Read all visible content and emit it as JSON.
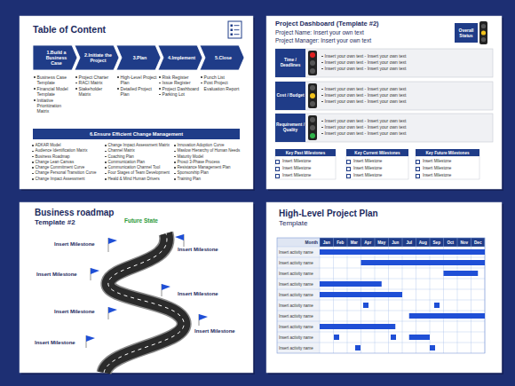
{
  "diagram": {
    "nodes": [
      {
        "text": [
          "Table of Content"
        ]
      },
      {
        "text": [
          "1.Build a Business Case"
        ],
        "in": 0
      },
      {
        "text": [
          "2.Initiate the Project"
        ],
        "in": 0
      },
      {
        "text": [
          "3.Plan"
        ],
        "in": 0
      },
      {
        "text": [
          "4.Implement"
        ],
        "in": 0
      },
      {
        "text": [
          "5.Close"
        ],
        "in": 0
      },
      {
        "text": [
          "6.Ensure Efficient Change Management"
        ],
        "in": 0
      },
      {
        "text": [
          "Project Dashboard (Template #2)",
          "Project Name: Insert your own text",
          "Project Manager: Insert your own text"
        ]
      },
      {
        "text": [
          "Overall Status"
        ],
        "in": 7
      },
      {
        "text": [
          "Time / Deadlines"
        ],
        "in": 7
      },
      {
        "text": [
          "Cost / Budget"
        ],
        "in": 7
      },
      {
        "text": [
          "Requirement / Quality"
        ],
        "in": 7
      },
      {
        "text": [
          "Key Past Milestones"
        ],
        "in": 7
      },
      {
        "text": [
          "Key Current Milestones"
        ],
        "in": 7
      },
      {
        "text": [
          "Key Future Milestones"
        ],
        "in": 7
      },
      {
        "text": [
          "Business roadmap",
          "Template #2"
        ]
      },
      {
        "text": [
          "High-Level Project Plan",
          "Template"
        ]
      }
    ],
    "labels": [
      "Business Case Template",
      "Financial Model Template",
      "Initiative Prioritization Matrix",
      "Project Charter",
      "RACI Matrix",
      "Stakeholder Matrix",
      "High-Level Project Plan",
      "Detailed Project Plan",
      "Risk Register",
      "Issue Register",
      "Project Dashboard",
      "Parking Lot",
      "Punch List",
      "Post Project Evaluation Report",
      "ADKAR Model",
      "Audience Identification Matrix",
      "Business Roadmap",
      "Change Lean Canvas",
      "Change Commitment Curve",
      "Change Personal Transition Curve",
      "Change Impact Assessment",
      "Change Impact Assessment Matrix",
      "Channel Matrix",
      "Coaching Plan",
      "Communication Plan",
      "Communication Channel Tool",
      "Four Stages of Team Development",
      "Heald & Mind Human Drivers",
      "Innovation Adoption Curve",
      "Maslow Hierarchy of Human Needs",
      "Maturity Model",
      "Prosci 3-Phase Process",
      "Resistance Management Plan",
      "Sponsorship Plan",
      "Training Plan",
      "Insert your own text - Insert your own text",
      "Insert your own text - Insert your own text",
      "Insert your own text - Insert your own text",
      "Insert your own text - Insert your own text",
      "Insert your own text - Insert your own text",
      "Insert your own text - Insert your own text",
      "Insert your own text - Insert your own text",
      "Insert your own text - Insert your own text",
      "Insert your own text - Insert your own text",
      "Insert Milestone",
      "Insert Milestone",
      "Insert Milestone",
      "Insert Milestone",
      "Insert Milestone",
      "Insert Milestone",
      "Insert Milestone",
      "Insert Milestone",
      "Insert Milestone",
      "Future State",
      "Insert Milestone",
      "Insert Milestone",
      "Insert Milestone",
      "Insert Milestone",
      "Insert Milestone",
      "Insert Milestone",
      "Insert Milestone",
      "Month",
      "Jan",
      "Feb",
      "Mar",
      "Apr",
      "May",
      "Jun",
      "Jul",
      "Aug",
      "Sep",
      "Oct",
      "Nov",
      "Dec",
      "Insert activity name",
      "Insert activity name",
      "Insert activity name",
      "Insert activity name",
      "Insert activity name",
      "Insert activity name",
      "Insert activity name",
      "Insert activity name",
      "Insert activity name",
      "Insert activity name"
    ]
  }
}
